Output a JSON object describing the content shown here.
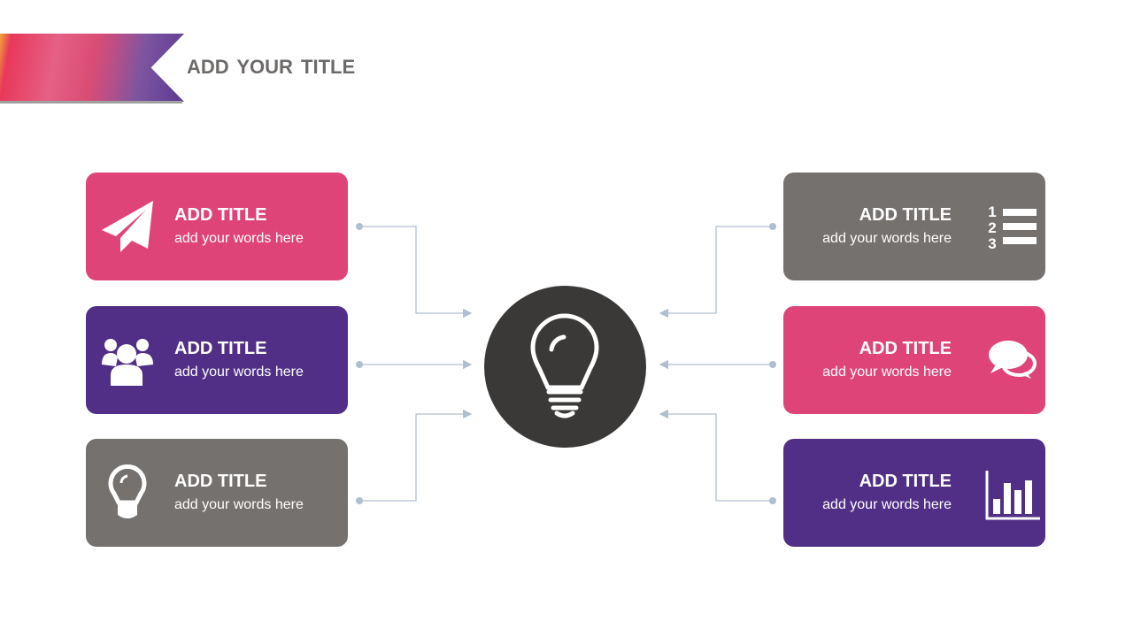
{
  "slide": {
    "title": "ADD YOUR TITLE"
  },
  "colors": {
    "pink": "#df4479",
    "purple": "#522f86",
    "gray": "#75716f",
    "hub": "#3a3937",
    "connector": "#b0bfd0"
  },
  "left_cards": [
    {
      "title": "ADD TITLE",
      "text": "add your words here",
      "icon": "paper-plane-icon"
    },
    {
      "title": "ADD TITLE",
      "text": "add your words here",
      "icon": "users-icon"
    },
    {
      "title": "ADD TITLE",
      "text": "add your words here",
      "icon": "lightbulb-icon"
    }
  ],
  "right_cards": [
    {
      "title": "ADD TITLE",
      "text": "add your words here",
      "icon": "numbered-list-icon"
    },
    {
      "title": "ADD TITLE",
      "text": "add your words here",
      "icon": "chat-bubbles-icon"
    },
    {
      "title": "ADD TITLE",
      "text": "add your words here",
      "icon": "bar-chart-icon"
    }
  ],
  "hub": {
    "icon": "lightbulb-icon"
  }
}
